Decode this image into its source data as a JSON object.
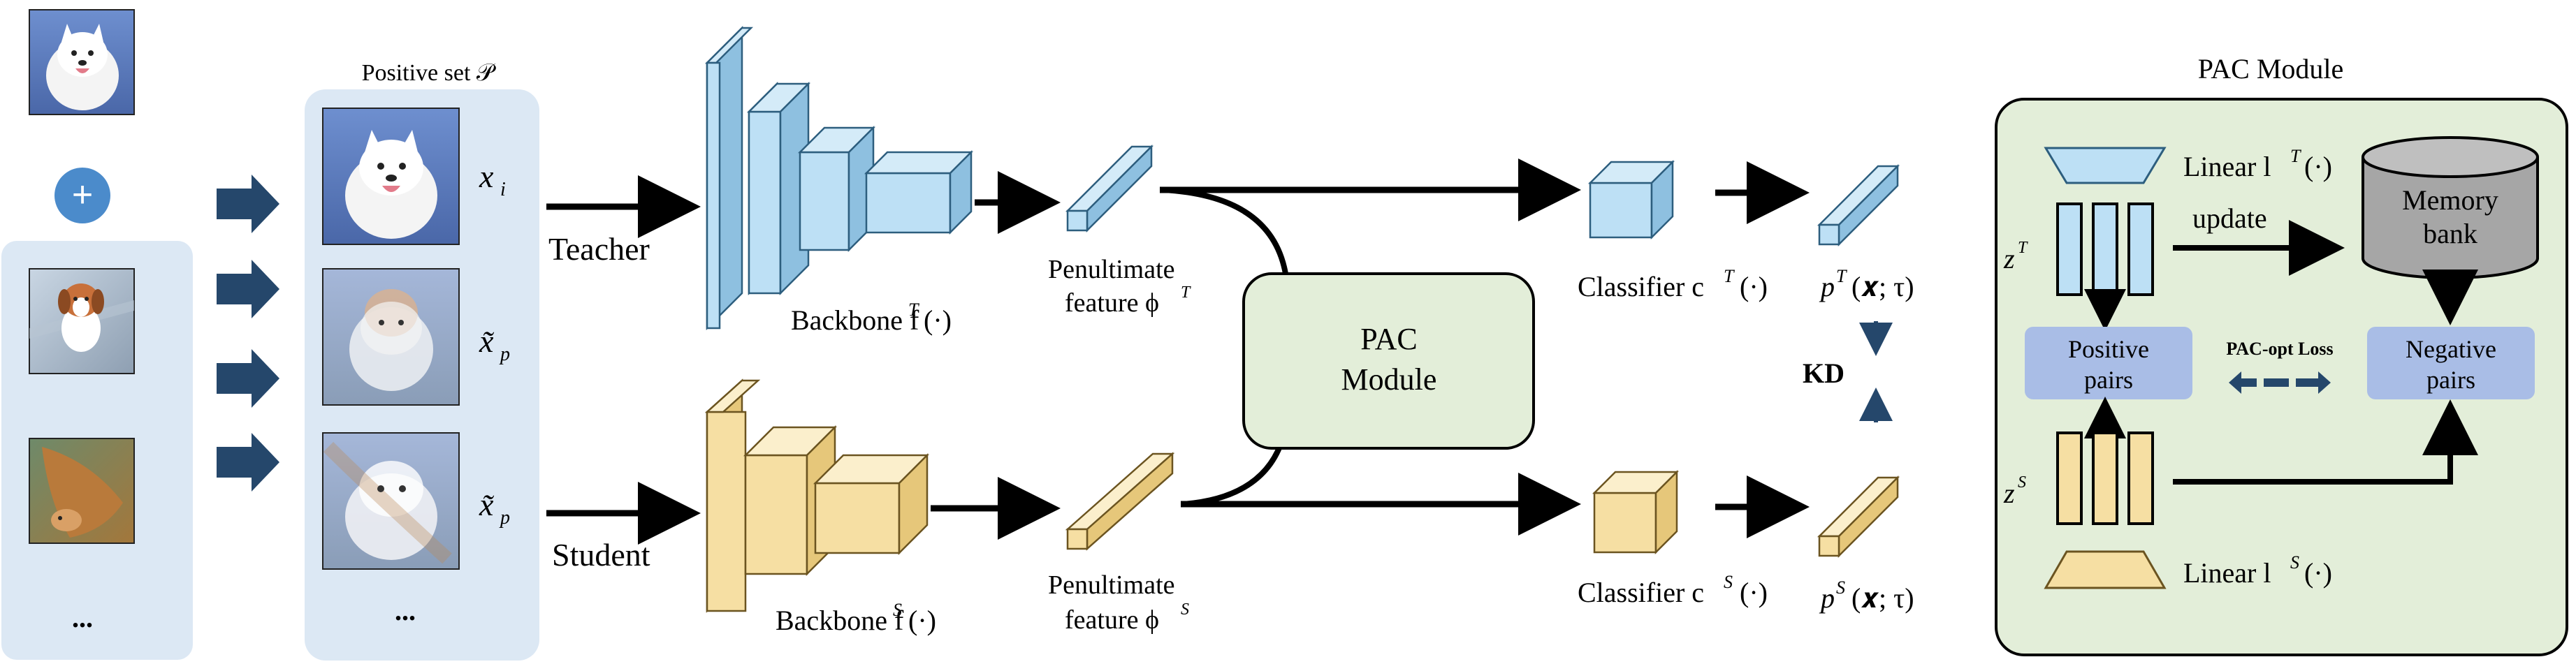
{
  "positive_set": {
    "title": "Positive set 𝒫",
    "items": [
      "x",
      "x̃",
      "x̃"
    ],
    "subs": [
      "i",
      "p",
      "p"
    ],
    "ellipsis": "..."
  },
  "augment": {
    "plus": "+",
    "ellipsis": "..."
  },
  "teacher": {
    "label": "Teacher",
    "backbone": "Backbone f",
    "backbone_sup": "T",
    "backbone_arg": "(·)",
    "penult_line1": "Penultimate",
    "penult_line2": "feature ϕ",
    "penult_sup": "T",
    "classifier": "Classifier c",
    "classifier_sup": "T",
    "classifier_arg": "(·)",
    "prob": "p",
    "prob_sup": "T",
    "prob_arg": "(𝒙; τ)"
  },
  "student": {
    "label": "Student",
    "backbone": "Backbone f",
    "backbone_sup": "S",
    "backbone_arg": "(·)",
    "penult_line1": "Penultimate",
    "penult_line2": "feature ϕ",
    "penult_sup": "S",
    "classifier": "Classifier c",
    "classifier_sup": "S",
    "classifier_arg": "(·)",
    "prob": "p",
    "prob_sup": "S",
    "prob_arg": "(𝒙; τ)"
  },
  "pac_center": {
    "line1": "PAC",
    "line2": "Module"
  },
  "kd": "KD",
  "pac_module": {
    "title": "PAC Module",
    "linear_t": "Linear  l",
    "linear_t_sup": "T",
    "linear_t_arg": "(·)",
    "linear_s": "Linear  l",
    "linear_s_sup": "S",
    "linear_s_arg": "(·)",
    "z_t": "z",
    "z_t_sup": "T",
    "z_s": "z",
    "z_s_sup": "S",
    "update": "update",
    "memory_line1": "Memory",
    "memory_line2": "bank",
    "positive_line1": "Positive",
    "positive_line2": "pairs",
    "negative_line1": "Negative",
    "negative_line2": "pairs",
    "loss": "PAC-opt Loss"
  },
  "colors": {
    "teacher_fill": "#BDE0F5",
    "teacher_stroke": "#2D5E7E",
    "student_fill": "#F6DFA3",
    "student_stroke": "#6B5420",
    "panel_fill": "#DCE8F4",
    "pac_fill": "#E3EED9",
    "pair_fill": "#A9BDE6",
    "arrow_dark": "#25476B",
    "plus_fill": "#4B8BCB",
    "memory_fill": "#A6A6A6"
  }
}
